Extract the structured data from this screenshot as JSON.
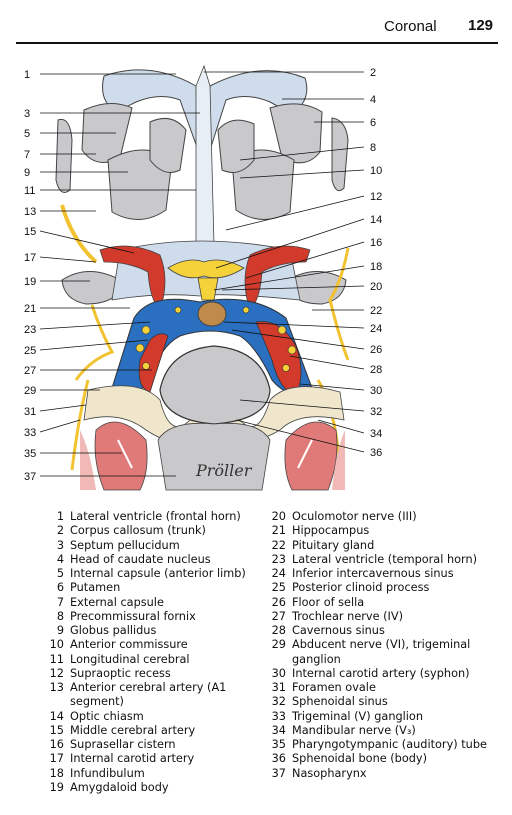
{
  "header": {
    "title": "Coronal",
    "page_number": "129"
  },
  "figure": {
    "signature": "Pröller",
    "left_callouts": [
      "1",
      "3",
      "5",
      "7",
      "9",
      "11",
      "13",
      "15",
      "17",
      "19",
      "21",
      "23",
      "25",
      "27",
      "29",
      "31",
      "33",
      "35",
      "37"
    ],
    "right_callouts": [
      "2",
      "4",
      "6",
      "8",
      "10",
      "12",
      "14",
      "16",
      "18",
      "20",
      "22",
      "24",
      "26",
      "28",
      "30",
      "32",
      "34",
      "36"
    ]
  },
  "legend_left": [
    {
      "num": "1",
      "text": "Lateral ventricle (frontal horn)"
    },
    {
      "num": "2",
      "text": "Corpus callosum (trunk)"
    },
    {
      "num": "3",
      "text": "Septum pellucidum"
    },
    {
      "num": "4",
      "text": "Head of caudate nucleus"
    },
    {
      "num": "5",
      "text": "Internal capsule (anterior limb)"
    },
    {
      "num": "6",
      "text": "Putamen"
    },
    {
      "num": "7",
      "text": "External capsule"
    },
    {
      "num": "8",
      "text": "Precommissural fornix"
    },
    {
      "num": "9",
      "text": "Globus pallidus"
    },
    {
      "num": "10",
      "text": "Anterior commissure"
    },
    {
      "num": "11",
      "text": "Longitudinal cerebral"
    },
    {
      "num": "12",
      "text": "Supraoptic recess"
    },
    {
      "num": "13",
      "text": "Anterior cerebral artery (A1 segment)"
    },
    {
      "num": "14",
      "text": "Optic chiasm"
    },
    {
      "num": "15",
      "text": "Middle cerebral artery"
    },
    {
      "num": "16",
      "text": "Suprasellar cistern"
    },
    {
      "num": "17",
      "text": "Internal carotid artery"
    },
    {
      "num": "18",
      "text": "Infundibulum"
    },
    {
      "num": "19",
      "text": "Amygdaloid body"
    }
  ],
  "legend_right": [
    {
      "num": "20",
      "text": "Oculomotor nerve (III)"
    },
    {
      "num": "21",
      "text": "Hippocampus"
    },
    {
      "num": "22",
      "text": "Pituitary gland"
    },
    {
      "num": "23",
      "text": "Lateral ventricle (temporal horn)"
    },
    {
      "num": "24",
      "text": "Inferior intercavernous sinus"
    },
    {
      "num": "25",
      "text": "Posterior clinoid process"
    },
    {
      "num": "26",
      "text": "Floor of sella"
    },
    {
      "num": "27",
      "text": "Trochlear nerve (IV)"
    },
    {
      "num": "28",
      "text": "Cavernous sinus"
    },
    {
      "num": "29",
      "text": "Abducent nerve (VI), trigeminal ganglion"
    },
    {
      "num": "30",
      "text": "Internal carotid artery (syphon)"
    },
    {
      "num": "31",
      "text": "Foramen ovale"
    },
    {
      "num": "32",
      "text": "Sphenoidal sinus"
    },
    {
      "num": "33",
      "text": "Trigeminal (V) ganglion"
    },
    {
      "num": "34",
      "text": "Mandibular nerve (V₃)"
    },
    {
      "num": "35",
      "text": "Pharyngotympanic (auditory) tube"
    },
    {
      "num": "36",
      "text": "Sphenoidal bone (body)"
    },
    {
      "num": "37",
      "text": "Nasopharynx"
    }
  ]
}
